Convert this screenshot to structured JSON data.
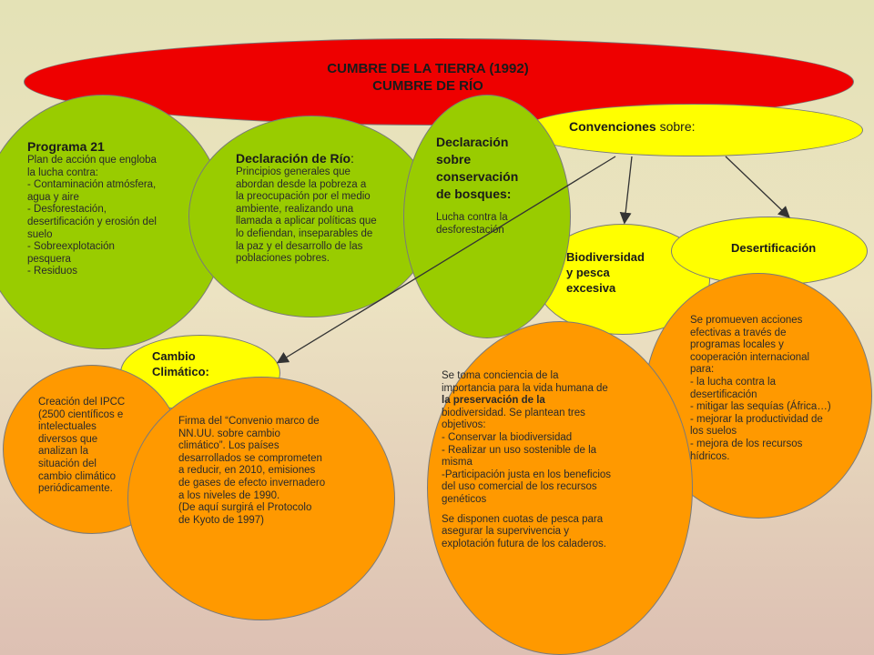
{
  "colors": {
    "title_ellipse": "#ee0000",
    "green": "#99cc00",
    "yellow": "#ffff00",
    "orange": "#ff9900",
    "arrow": "#333333"
  },
  "title": {
    "line1": "CUMBRE DE LA TIERRA (1992)",
    "line2": "CUMBRE DE RÍO"
  },
  "programa21": {
    "heading": "Programa 21",
    "lines": [
      "Plan de acción que engloba",
      "la lucha contra:",
      "- Contaminación atmósfera,",
      "agua y aire",
      "- Desforestación,",
      "desertificación y erosión del",
      "suelo",
      "- Sobreexplotación",
      "pesquera",
      "- Residuos"
    ]
  },
  "declaracion_rio": {
    "heading": "Declaración de Río",
    "heading_suffix": ":",
    "lines": [
      "Principios generales que",
      "abordan desde la pobreza a",
      "la preocupación por el medio",
      "ambiente, realizando una",
      "llamada a aplicar políticas que",
      "lo defiendan, inseparables de",
      "la paz y el desarrollo de las",
      "poblaciones pobres."
    ]
  },
  "declaracion_bosques": {
    "heading_lines": [
      "Declaración",
      "sobre",
      "conservación",
      "de bosques:"
    ],
    "lines": [
      "Lucha contra la",
      "desforestación"
    ]
  },
  "convenciones": {
    "label_bold": "Convenciones",
    "label_rest": " sobre:"
  },
  "biodiversidad": {
    "lines": [
      "Biodiversidad",
      "y pesca",
      "excesiva"
    ]
  },
  "desertificacion": {
    "label": "Desertificación",
    "lines": [
      "Se promueven acciones",
      "efectivas a través de",
      "programas locales y",
      "cooperación internacional",
      "para:",
      "- la lucha contra la",
      "desertificación",
      "- mitigar las sequías (África…)",
      "- mejorar la productividad de",
      "los suelos",
      "- mejora de los recursos",
      "hídricos."
    ]
  },
  "cambio_climatico": {
    "lines": [
      "Cambio",
      "Climático:"
    ]
  },
  "ipcc": {
    "lines": [
      "Creación del IPCC",
      "(2500 científicos e",
      "intelectuales",
      "diversos que",
      "analizan la",
      "situación del",
      "cambio climático",
      "periódicamente."
    ]
  },
  "convenio_marco": {
    "lines": [
      "Firma del “Convenio marco de",
      "NN.UU. sobre cambio",
      "climático”. Los países",
      "desarrollados se comprometen",
      "a reducir, en 2010, emisiones",
      "de gases de efecto invernadero",
      "a los niveles de 1990.",
      "(De aquí surgirá el Protocolo",
      "de Kyoto de 1997)"
    ]
  },
  "biodiversidad_detail": {
    "lines": [
      "Se toma conciencia de la",
      "importancia para la vida humana de",
      "la preservación de la",
      "biodiversidad. Se plantean tres",
      "objetivos:",
      "- Conservar la biodiversidad",
      "- Realizar un uso sostenible de la",
      "misma",
      "-Participación justa en los beneficios",
      "del uso comercial de los recursos",
      "genéticos"
    ],
    "lines2": [
      "Se disponen cuotas de pesca para",
      "asegurar la supervivencia y",
      "explotación futura de los caladeros."
    ]
  }
}
